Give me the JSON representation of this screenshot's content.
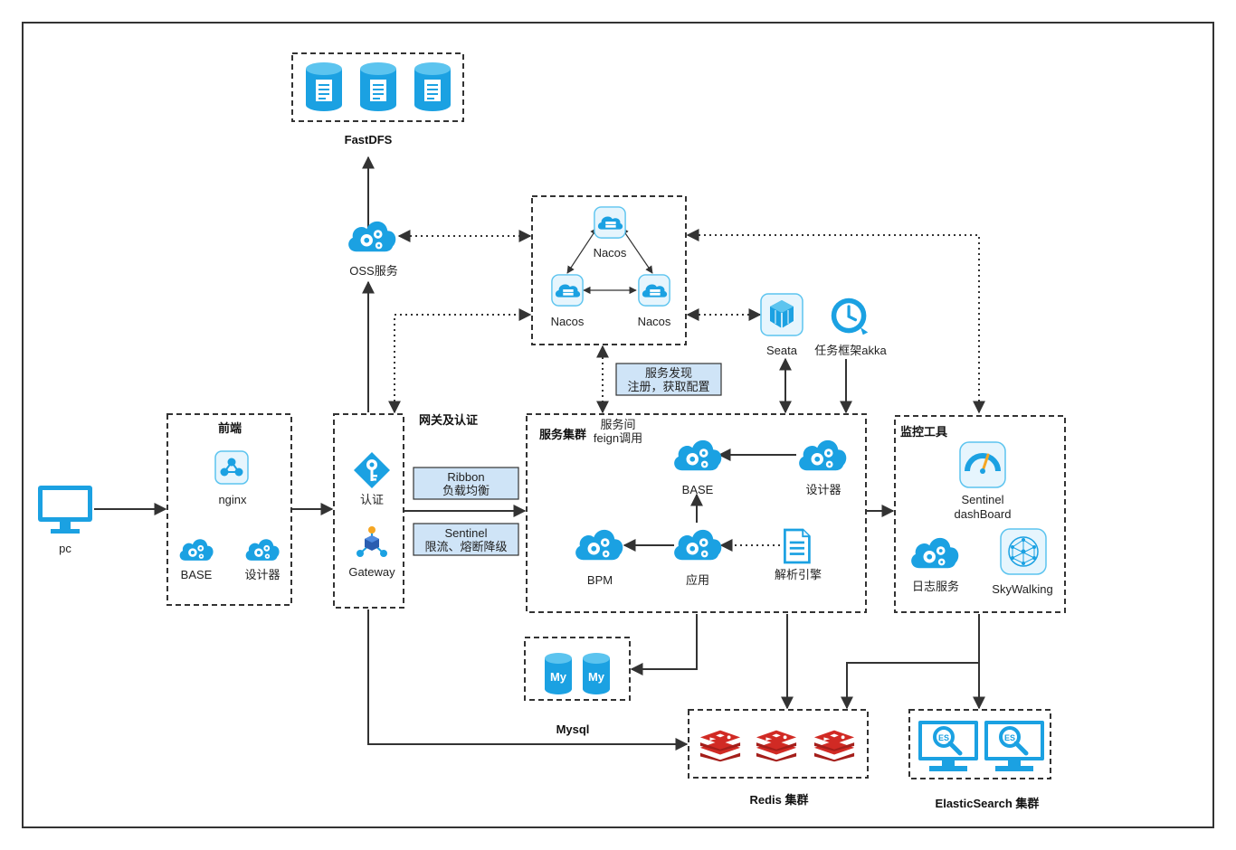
{
  "colors": {
    "primary_icon": "#1ba1e2",
    "icon_light": "#e6f5fd",
    "note_fill": "#cfe4f7",
    "redis": "#d12a24",
    "stroke": "#333333"
  },
  "storage": {
    "fastdfs": "FastDFS",
    "mysql": "Mysql",
    "redis": "Redis 集群",
    "elasticsearch": "ElasticSearch 集群"
  },
  "client": {
    "pc": "pc"
  },
  "frontend": {
    "title": "前端",
    "nginx": "nginx",
    "base": "BASE",
    "designer": "设计器"
  },
  "gateway": {
    "title": "网关及认证",
    "auth": "认证",
    "gateway": "Gateway"
  },
  "oss": {
    "label": "OSS服务"
  },
  "nacos": {
    "node1": "Nacos",
    "node2": "Nacos",
    "node3": "Nacos"
  },
  "notes": {
    "discovery_line1": "服务发现",
    "discovery_line2": "注册，获取配置",
    "ribbon_line1": "Ribbon",
    "ribbon_line2": "负载均衡",
    "sentinel_line1": "Sentinel",
    "sentinel_line2": "限流、熔断降级"
  },
  "seata": {
    "label": "Seata"
  },
  "akka": {
    "label": "任务框架akka"
  },
  "services": {
    "title": "服务集群",
    "call_line1": "服务间",
    "call_line2": "feign调用",
    "base": "BASE",
    "designer": "设计器",
    "bpm": "BPM",
    "app": "应用",
    "parser": "解析引擎"
  },
  "monitor": {
    "title": "监控工具",
    "sentinel_line1": "Sentinel",
    "sentinel_line2": "dashBoard",
    "log": "日志服务",
    "skywalking": "SkyWalking"
  },
  "icons": {
    "db": "database-document-icon",
    "cloud": "cloud-gear-icon",
    "nacos": "cloud-server-icon",
    "monitor": "desktop-monitor-icon",
    "key": "key-icon",
    "gateway": "network-cube-icon",
    "seata": "cube-stack-icon",
    "clock": "clock-icon",
    "doc": "document-icon",
    "mysql": "mysql-database-icon",
    "redis": "redis-stack-icon",
    "es": "elasticsearch-monitor-icon",
    "gauge": "gauge-icon",
    "sky": "skywalking-mesh-icon",
    "nginx": "nginx-node-icon"
  }
}
